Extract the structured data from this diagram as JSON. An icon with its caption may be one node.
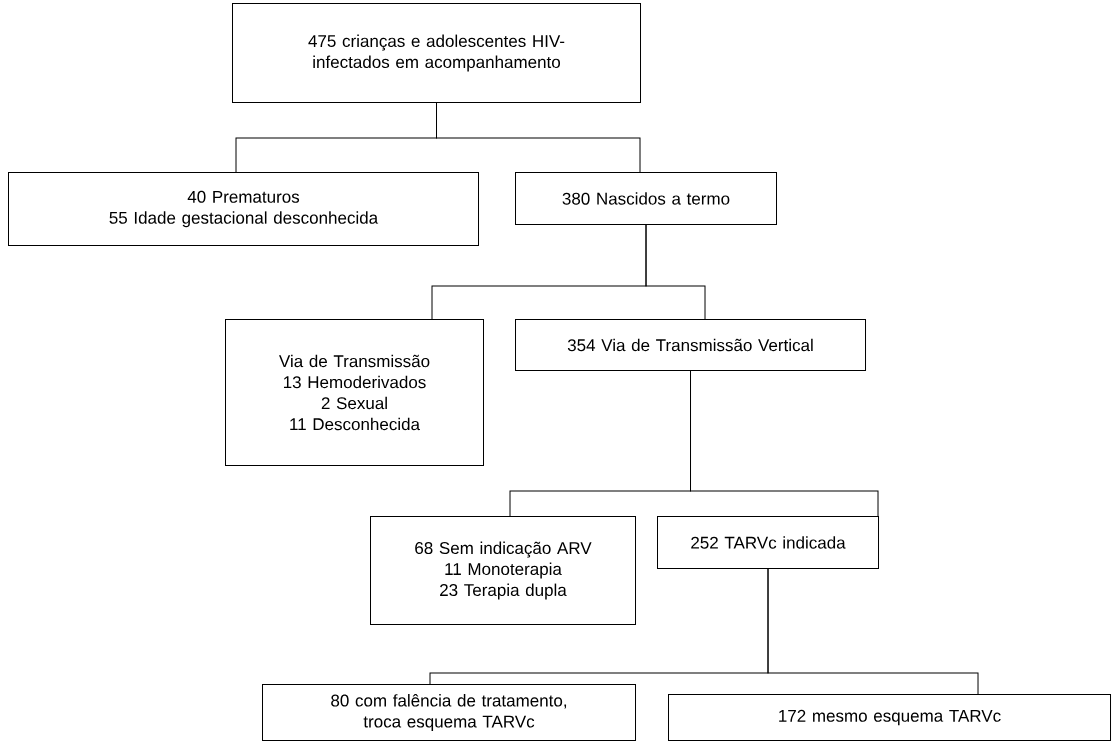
{
  "diagram": {
    "nodes": [
      {
        "text": [
          "475 crianças e adolescentes HIV-infectados em acompanhamento"
        ]
      },
      {
        "text": [
          "40 Prematuros",
          "55 Idade gestacional desconhecida"
        ]
      },
      {
        "text": [
          "380 Nascidos a termo"
        ]
      },
      {
        "text": [
          "Via de Transmissão",
          "13 Hemoderivados",
          "2 Sexual",
          "11 Desconhecida"
        ]
      },
      {
        "text": [
          "354 Via de Transmissão Vertical"
        ]
      },
      {
        "text": [
          "68 Sem indicação ARV",
          "11 Monoterapia",
          "23 Terapia dupla"
        ]
      },
      {
        "text": [
          "252 TARVc indicada"
        ]
      },
      {
        "text": [
          "80 com falência de tratamento, troca esquema TARVc"
        ]
      },
      {
        "text": [
          "172  mesmo esquema TARVc"
        ]
      }
    ],
    "edges": [
      {
        "from": 0,
        "to": 1,
        "arrow": "none"
      },
      {
        "from": 0,
        "to": 2,
        "arrow": "none"
      },
      {
        "from": 2,
        "to": 3,
        "arrow": "none"
      },
      {
        "from": 2,
        "to": 4,
        "arrow": "none"
      },
      {
        "from": 4,
        "to": 5,
        "arrow": "none"
      },
      {
        "from": 4,
        "to": 6,
        "arrow": "none"
      },
      {
        "from": 6,
        "to": 7,
        "arrow": "none"
      },
      {
        "from": 6,
        "to": 8,
        "arrow": "none"
      }
    ]
  }
}
